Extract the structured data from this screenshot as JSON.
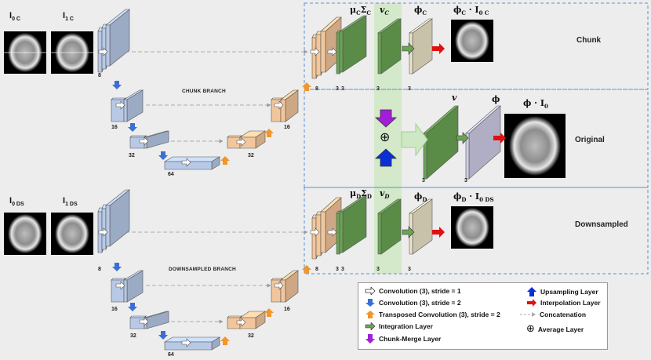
{
  "inputs": {
    "chunk": {
      "img0_label": "I",
      "img0_sub": "0 C",
      "img1_label": "I",
      "img1_sub": "1 C"
    },
    "ds": {
      "img0_label": "I",
      "img0_sub": "0 DS",
      "img1_label": "I",
      "img1_sub": "1 DS"
    }
  },
  "branches": {
    "chunk_label": "CHUNK BRANCH",
    "ds_label": "DOWNSAMPLED BRANCH"
  },
  "channels": {
    "c8": "8",
    "c16": "16",
    "c32": "32",
    "c64": "64",
    "c3": "3"
  },
  "rows": {
    "chunk": {
      "label": "Chunk",
      "mu_sigma": "μ",
      "mu_sub": "C",
      "sigma": "Σ",
      "sigma_sub": "C",
      "v": "v",
      "v_sub": "C",
      "phi": "ϕ",
      "phi_sub": "C",
      "out": "ϕ",
      "out_sub": "C",
      "out_dot": " · I",
      "out_sub2": "0 C"
    },
    "original": {
      "label": "Original",
      "v": "v",
      "phi": "ϕ",
      "out": "ϕ · I",
      "out_sub": "0"
    },
    "ds": {
      "label": "Downsampled",
      "mu_sigma": "μ",
      "mu_sub": "D",
      "sigma": "Σ",
      "sigma_sub": "D",
      "v": "v",
      "v_sub": "D",
      "phi": "ϕ",
      "phi_sub": "D",
      "out": "ϕ",
      "out_sub": "D",
      "out_dot": " · I",
      "out_sub2": "0 DS"
    }
  },
  "average_symbol": "⊕",
  "legend": {
    "conv1": "Convolution (3), stride = 1",
    "conv2": "Convolution (3), stride = 2",
    "tconv": "Transposed Convolution (3), stride = 2",
    "integ": "Integration Layer",
    "merge": "Chunk-Merge Layer",
    "up": "Upsampling Layer",
    "interp": "Interpolation Layer",
    "concat": "Concatenation",
    "avg": "Average Layer"
  },
  "colors": {
    "encoder": "#b8c9e6",
    "decoder": "#f2c69c",
    "green": "#6aa354",
    "phi": "#ece4c8",
    "phi_orig": "#cfcde6",
    "dashed_box": "#5b8fd6",
    "highlight": "#cfe8c4",
    "upsample": "#0a2fd6",
    "merge": "#a21fd9",
    "interp": "#e01010"
  }
}
